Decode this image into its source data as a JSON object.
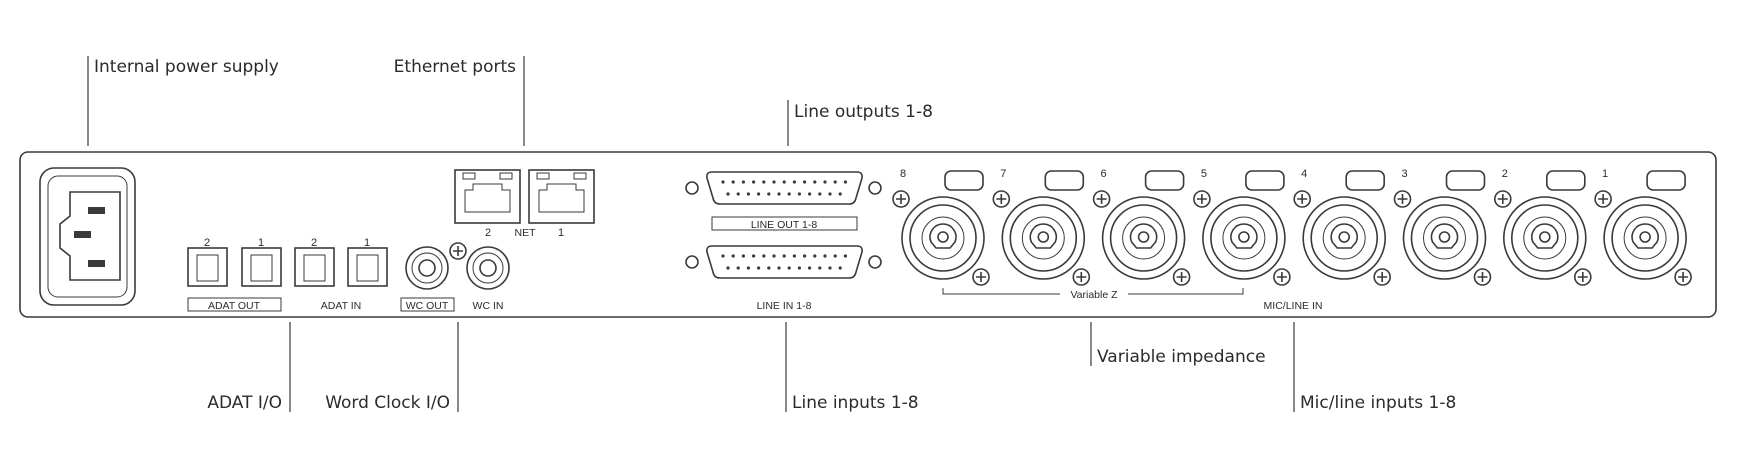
{
  "callouts": {
    "power": "Internal power supply",
    "ethernet": "Ethernet ports",
    "line_outputs": "Line outputs 1-8",
    "adat_io": "ADAT I/O",
    "word_clock_io": "Word Clock I/O",
    "line_inputs": "Line inputs 1-8",
    "variable_impedance": "Variable impedance",
    "mic_line_inputs": "Mic/line inputs 1-8"
  },
  "panel_labels": {
    "adat_out": "ADAT OUT",
    "adat_in": "ADAT IN",
    "wc_out": "WC OUT",
    "wc_in": "WC IN",
    "net": "NET",
    "line_out": "LINE OUT 1-8",
    "line_in": "LINE IN 1-8",
    "variable_z": "Variable Z",
    "mic_line_in": "MIC/LINE IN"
  },
  "adat_out_numbers": [
    "2",
    "1"
  ],
  "adat_in_numbers": [
    "2",
    "1"
  ],
  "net_numbers": [
    "2",
    "1"
  ],
  "xlr_numbers": [
    "8",
    "7",
    "6",
    "5",
    "4",
    "3",
    "2",
    "1"
  ]
}
